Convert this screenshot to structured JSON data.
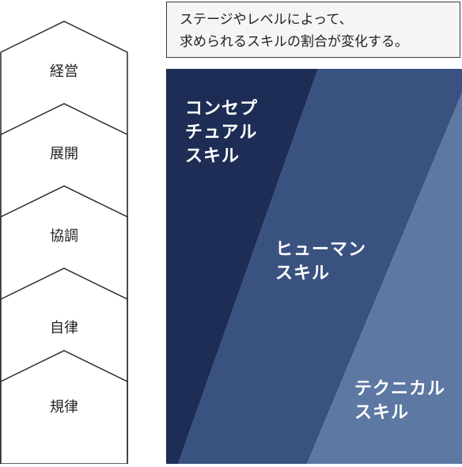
{
  "stages": [
    {
      "label": "経営"
    },
    {
      "label": "展開"
    },
    {
      "label": "協調"
    },
    {
      "label": "自律"
    },
    {
      "label": "規律"
    }
  ],
  "caption": {
    "line1": "ステージやレベルによって、",
    "line2": "求められるスキルの割合が変化する。"
  },
  "skills": [
    {
      "lines": [
        "コンセプ",
        "チュアル",
        "スキル"
      ],
      "color": "#1e2d55"
    },
    {
      "lines": [
        "ヒューマン",
        "スキル"
      ],
      "color": "#3a5280"
    },
    {
      "lines": [
        "テクニカル",
        "スキル"
      ],
      "color": "#5d78a2"
    }
  ]
}
